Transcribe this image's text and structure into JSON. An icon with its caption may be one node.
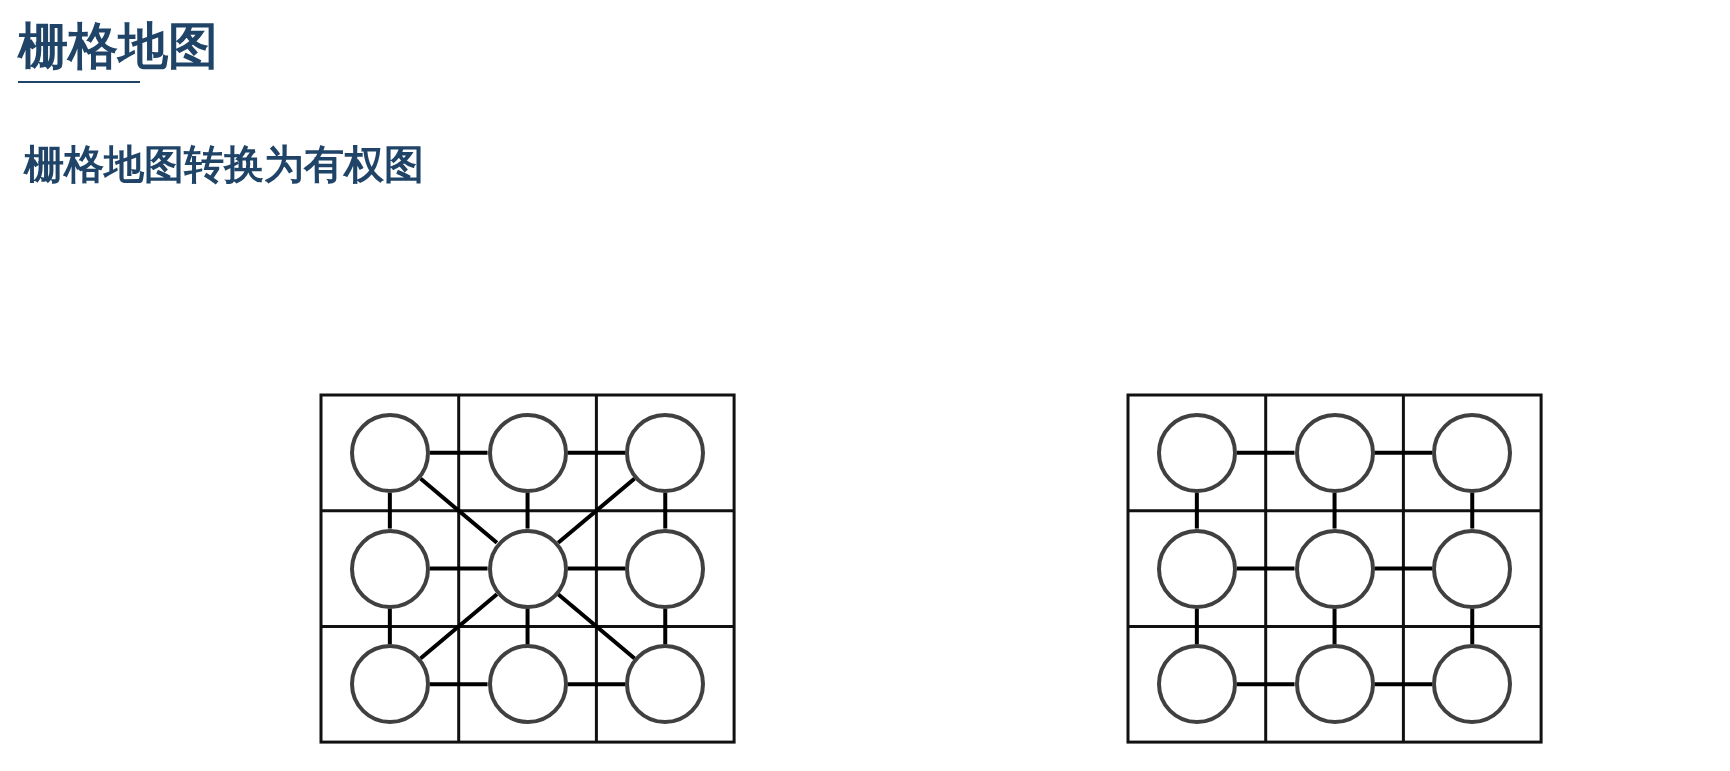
{
  "diagram": {
    "title": "栅格地图",
    "caption": "栅格地图转换为有权图",
    "nodes": [
      {
        "text": [],
        "shape": "circle"
      },
      {
        "text": [],
        "shape": "circle"
      },
      {
        "text": [],
        "shape": "circle"
      },
      {
        "text": [],
        "shape": "circle"
      },
      {
        "text": [],
        "shape": "circle"
      },
      {
        "text": [],
        "shape": "circle"
      },
      {
        "text": [],
        "shape": "circle"
      },
      {
        "text": [],
        "shape": "circle"
      },
      {
        "text": [],
        "shape": "circle"
      },
      {
        "text": [],
        "shape": "circle"
      },
      {
        "text": [],
        "shape": "circle"
      },
      {
        "text": [],
        "shape": "circle"
      },
      {
        "text": [],
        "shape": "circle"
      },
      {
        "text": [],
        "shape": "circle"
      },
      {
        "text": [],
        "shape": "circle"
      },
      {
        "text": [],
        "shape": "circle"
      },
      {
        "text": [],
        "shape": "circle"
      },
      {
        "text": [],
        "shape": "circle"
      }
    ],
    "edges": [
      {
        "from": 0,
        "to": 1,
        "arrow": "none"
      },
      {
        "from": 1,
        "to": 2,
        "arrow": "none"
      },
      {
        "from": 0,
        "to": 3,
        "arrow": "none"
      },
      {
        "from": 0,
        "to": 4,
        "arrow": "none"
      },
      {
        "from": 1,
        "to": 4,
        "arrow": "none"
      },
      {
        "from": 2,
        "to": 4,
        "arrow": "none"
      },
      {
        "from": 2,
        "to": 5,
        "arrow": "none"
      },
      {
        "from": 3,
        "to": 4,
        "arrow": "none"
      },
      {
        "from": 4,
        "to": 5,
        "arrow": "none"
      },
      {
        "from": 3,
        "to": 6,
        "arrow": "none"
      },
      {
        "from": 4,
        "to": 6,
        "arrow": "none"
      },
      {
        "from": 4,
        "to": 7,
        "arrow": "none"
      },
      {
        "from": 4,
        "to": 8,
        "arrow": "none"
      },
      {
        "from": 5,
        "to": 8,
        "arrow": "none"
      },
      {
        "from": 6,
        "to": 7,
        "arrow": "none"
      },
      {
        "from": 7,
        "to": 8,
        "arrow": "none"
      },
      {
        "from": 9,
        "to": 10,
        "arrow": "none"
      },
      {
        "from": 10,
        "to": 11,
        "arrow": "none"
      },
      {
        "from": 9,
        "to": 12,
        "arrow": "none"
      },
      {
        "from": 10,
        "to": 13,
        "arrow": "none"
      },
      {
        "from": 11,
        "to": 14,
        "arrow": "none"
      },
      {
        "from": 12,
        "to": 13,
        "arrow": "none"
      },
      {
        "from": 13,
        "to": 14,
        "arrow": "none"
      },
      {
        "from": 12,
        "to": 15,
        "arrow": "none"
      },
      {
        "from": 13,
        "to": 16,
        "arrow": "none"
      },
      {
        "from": 14,
        "to": 17,
        "arrow": "none"
      },
      {
        "from": 15,
        "to": 16,
        "arrow": "none"
      },
      {
        "from": 16,
        "to": 17,
        "arrow": "none"
      }
    ]
  }
}
